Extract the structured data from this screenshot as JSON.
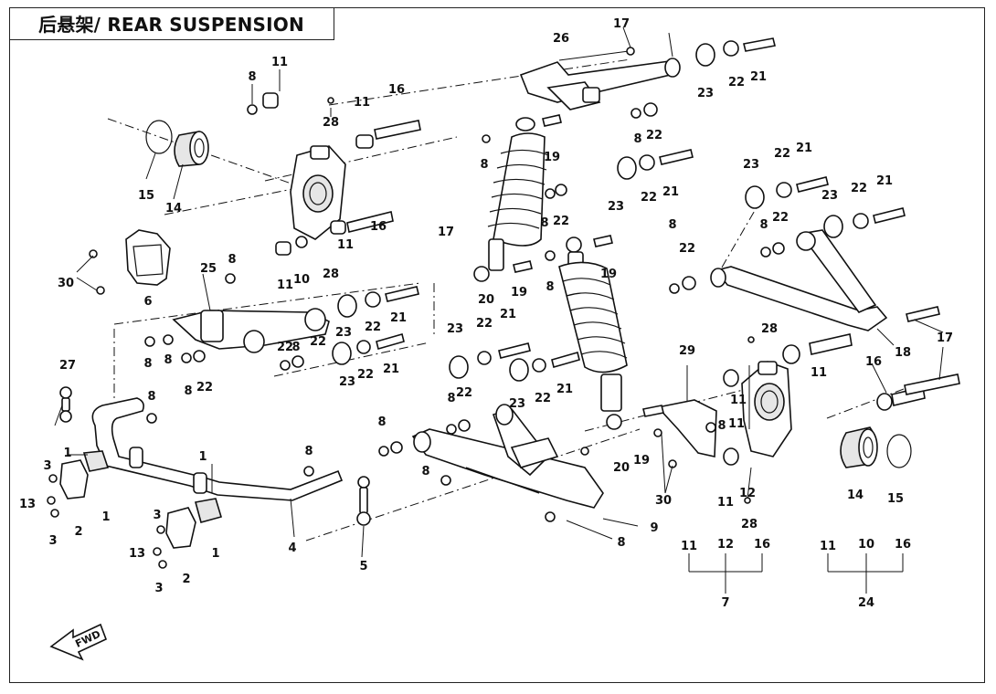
{
  "title": "后悬架/ REAR SUSPENSION",
  "direction_label": "FWD",
  "callouts": [
    {
      "id": "c-17a",
      "text": "17"
    },
    {
      "id": "c-26",
      "text": "26"
    },
    {
      "id": "c-21a",
      "text": "21"
    },
    {
      "id": "c-22a",
      "text": "22"
    },
    {
      "id": "c-23a",
      "text": "23"
    },
    {
      "id": "c-8a",
      "text": "8"
    },
    {
      "id": "c-11a",
      "text": "11"
    },
    {
      "id": "c-28a",
      "text": "28"
    },
    {
      "id": "c-11b",
      "text": "11"
    },
    {
      "id": "c-16a",
      "text": "16"
    },
    {
      "id": "c-8b",
      "text": "8"
    },
    {
      "id": "c-22b",
      "text": "22"
    },
    {
      "id": "c-8c",
      "text": "8"
    },
    {
      "id": "c-19a",
      "text": "19"
    },
    {
      "id": "c-15a",
      "text": "15"
    },
    {
      "id": "c-14a",
      "text": "14"
    },
    {
      "id": "c-23b",
      "text": "23"
    },
    {
      "id": "c-22c",
      "text": "22"
    },
    {
      "id": "c-21b",
      "text": "21"
    },
    {
      "id": "c-23c",
      "text": "23"
    },
    {
      "id": "c-22d",
      "text": "22"
    },
    {
      "id": "c-21c",
      "text": "21"
    },
    {
      "id": "c-23d",
      "text": "23"
    },
    {
      "id": "c-22e",
      "text": "22"
    },
    {
      "id": "c-21d",
      "text": "21"
    },
    {
      "id": "c-8d",
      "text": "8"
    },
    {
      "id": "c-22f",
      "text": "22"
    },
    {
      "id": "c-17b",
      "text": "17"
    },
    {
      "id": "c-16b",
      "text": "16"
    },
    {
      "id": "c-8e",
      "text": "8"
    },
    {
      "id": "c-22g",
      "text": "22"
    },
    {
      "id": "c-19b",
      "text": "19"
    },
    {
      "id": "c-8f",
      "text": "8"
    },
    {
      "id": "c-22h",
      "text": "22"
    },
    {
      "id": "c-30a",
      "text": "30"
    },
    {
      "id": "c-6",
      "text": "6"
    },
    {
      "id": "c-25",
      "text": "25"
    },
    {
      "id": "c-8g",
      "text": "8"
    },
    {
      "id": "c-11c",
      "text": "11"
    },
    {
      "id": "c-10a",
      "text": "10"
    },
    {
      "id": "c-28b",
      "text": "28"
    },
    {
      "id": "c-11d",
      "text": "11"
    },
    {
      "id": "c-20a",
      "text": "20"
    },
    {
      "id": "c-19c",
      "text": "19"
    },
    {
      "id": "c-8h",
      "text": "8"
    },
    {
      "id": "c-23e",
      "text": "23"
    },
    {
      "id": "c-22i",
      "text": "22"
    },
    {
      "id": "c-21e",
      "text": "21"
    },
    {
      "id": "c-23f",
      "text": "23"
    },
    {
      "id": "c-22j",
      "text": "22"
    },
    {
      "id": "c-21f",
      "text": "21"
    },
    {
      "id": "c-8i",
      "text": "8"
    },
    {
      "id": "c-8j",
      "text": "8"
    },
    {
      "id": "c-22k",
      "text": "22"
    },
    {
      "id": "c-8k",
      "text": "8"
    },
    {
      "id": "c-22l",
      "text": "22"
    },
    {
      "id": "c-23g",
      "text": "23"
    },
    {
      "id": "c-22m",
      "text": "22"
    },
    {
      "id": "c-21g",
      "text": "21"
    },
    {
      "id": "c-8l",
      "text": "8"
    },
    {
      "id": "c-22n",
      "text": "22"
    },
    {
      "id": "c-23h",
      "text": "23"
    },
    {
      "id": "c-22o",
      "text": "22"
    },
    {
      "id": "c-21h",
      "text": "21"
    },
    {
      "id": "c-27",
      "text": "27"
    },
    {
      "id": "c-8m",
      "text": "8"
    },
    {
      "id": "c-18",
      "text": "18"
    },
    {
      "id": "c-17c",
      "text": "17"
    },
    {
      "id": "c-28c",
      "text": "28"
    },
    {
      "id": "c-29",
      "text": "29"
    },
    {
      "id": "c-16c",
      "text": "16"
    },
    {
      "id": "c-11e",
      "text": "11"
    },
    {
      "id": "c-8n",
      "text": "8"
    },
    {
      "id": "c-22p",
      "text": "22"
    },
    {
      "id": "c-11f",
      "text": "11"
    },
    {
      "id": "c-8o",
      "text": "8"
    },
    {
      "id": "c-11g",
      "text": "11"
    },
    {
      "id": "c-20b",
      "text": "20"
    },
    {
      "id": "c-19d",
      "text": "19"
    },
    {
      "id": "c-8p",
      "text": "8"
    },
    {
      "id": "c-1a",
      "text": "1"
    },
    {
      "id": "c-3a",
      "text": "3"
    },
    {
      "id": "c-13a",
      "text": "13"
    },
    {
      "id": "c-2a",
      "text": "2"
    },
    {
      "id": "c-3b",
      "text": "3"
    },
    {
      "id": "c-1b",
      "text": "1"
    },
    {
      "id": "c-1c",
      "text": "1"
    },
    {
      "id": "c-8q",
      "text": "8"
    },
    {
      "id": "c-8r",
      "text": "8"
    },
    {
      "id": "c-30b",
      "text": "30"
    },
    {
      "id": "c-12a",
      "text": "12"
    },
    {
      "id": "c-28d",
      "text": "28"
    },
    {
      "id": "c-11h",
      "text": "11"
    },
    {
      "id": "c-14b",
      "text": "14"
    },
    {
      "id": "c-15b",
      "text": "15"
    },
    {
      "id": "c-3c",
      "text": "3"
    },
    {
      "id": "c-13b",
      "text": "13"
    },
    {
      "id": "c-2b",
      "text": "2"
    },
    {
      "id": "c-3d",
      "text": "3"
    },
    {
      "id": "c-1d",
      "text": "1"
    },
    {
      "id": "c-4",
      "text": "4"
    },
    {
      "id": "c-5",
      "text": "5"
    },
    {
      "id": "c-9",
      "text": "9"
    },
    {
      "id": "c-8s",
      "text": "8"
    },
    {
      "id": "c-11i",
      "text": "11"
    },
    {
      "id": "c-12b",
      "text": "12"
    },
    {
      "id": "c-16d",
      "text": "16"
    },
    {
      "id": "c-7",
      "text": "7"
    },
    {
      "id": "c-11j",
      "text": "11"
    },
    {
      "id": "c-10b",
      "text": "10"
    },
    {
      "id": "c-16e",
      "text": "16"
    },
    {
      "id": "c-24",
      "text": "24"
    }
  ]
}
